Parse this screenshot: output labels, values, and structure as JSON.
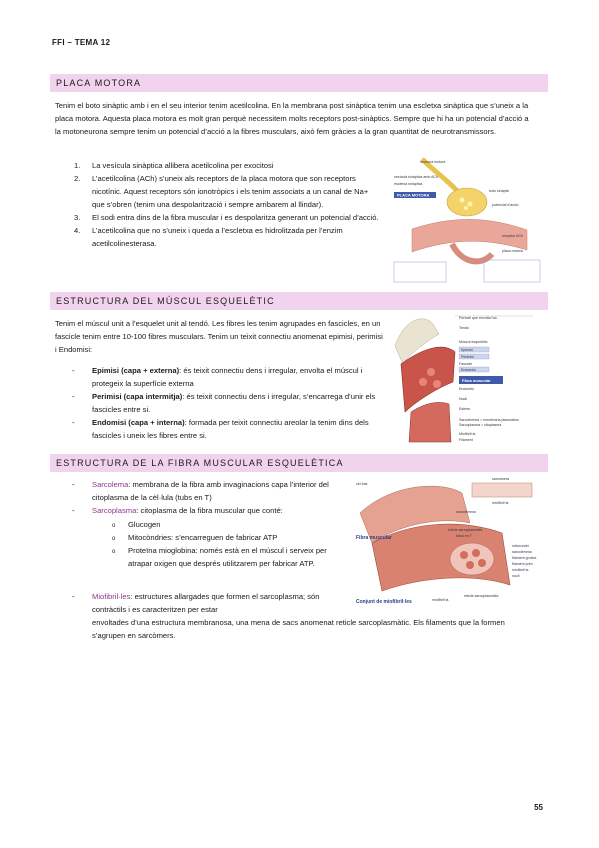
{
  "header": "FFI – TEMA 12",
  "page_number": "55",
  "s1": {
    "title": "PLACA MOTORA",
    "p1": "Tenim el boto sinàptic amb i en el seu interior tenim acetilcolina. En la membrana post sinàptica tenim una escletxa sinàptica que s’uneix a la placa motora. Aquesta placa motora es molt gran perquè necessitem molts receptors post-sinàptics. Sempre que hi ha un potencial d’acció a la motoneurona sempre tenim un potencial d’acció a la fibres musculars, això fem gràcies a la gran quantitat de neurotransmissors.",
    "items": [
      {
        "n": "1.",
        "t": "La vesícula sinàptica allibera acetilcolina per exocitosi"
      },
      {
        "n": "2.",
        "t": "L’acetilcolina (ACh) s’uneix als receptors de la placa motora que son receptors nicotínic. Aquest receptors són ionotròpics i els tenim associats a un canal de Na+ que s’obren (tenim una despolarització i sempre arribarem al llindar)."
      },
      {
        "n": "3.",
        "t": "El sodi entra dins de la fibra muscular i es despolaritza generant un potencial d’acció."
      },
      {
        "n": "4.",
        "t": "L’acetilcolina que no s’uneix i queda a l’escletxa es hidrolitzada per l’enzim acetilcolinesterasa."
      }
    ],
    "fig_labels": {
      "l1": "neurona motora",
      "l2": "vesícula sináptica amb ACh",
      "l3": "boto sinàptic",
      "l4": "escletxa sinàptica",
      "l5": "potencial d'acció",
      "l6": "PLACA MOTORA",
      "l7": "placa motora",
      "l8": "receptor ACh"
    }
  },
  "s2": {
    "title": "ESTRUCTURA DEL MÚSCUL ESQUELÈTIC",
    "p1": "Tenim el múscul unit a l’esquelet unit al tendó. Les fibres les tenim agrupades en fascicles, en un fascicle tenim entre 10-100 fibres musculars. Tenim un teixit connectiu anomenat epimisi, perimisi i Endomisi:",
    "items": [
      {
        "b": "Epimisi (capa + externa)",
        "t": ": és teixit connectiu dens i irregular, envolta el múscul i protegeix la superfície externa"
      },
      {
        "b": "Perimisi (capa intermitja)",
        "t": ": és teixit connectiu dens i irregular, s’encarrega d’unir els fascicles entre si."
      },
      {
        "b": "Endomisi (capa + interna)",
        "t": ": formada per teixit connectiu areolar la tenim dins dels fascicles i uneix les fibres entre si."
      }
    ],
    "fig_labels": {
      "l1": "Periosti que envolta l'os",
      "l2": "Tendó",
      "l3": "Múscul esquelètic",
      "l4": "Epimisi",
      "l5": "Perimisi",
      "l6": "Fascicle",
      "l7": "Endomisi",
      "l8": "Fibra muscular",
      "l9": "Endomisi",
      "l10": "Nucli",
      "l11": "Estries",
      "l12": "Sarcolemma = membrana plasmàtica",
      "l13": "Sarcoplasma = citoplasma",
      "l14": "Miofibril·la",
      "l15": "Filament"
    }
  },
  "s3": {
    "title": "ESTRUCTURA DE LA FIBRA MUSCULAR ESQUELÈTICA",
    "items": [
      {
        "a": "Sarcolema",
        "t": ": membrana de la fibra amb invaginacions capa l’interior del citoplasma de la cèl·lula (tubs en T)"
      },
      {
        "a": "Sarcoplasma",
        "t": ": citoplasma de la fibra muscular que conté:"
      }
    ],
    "subitems": [
      "Glucogen",
      "Mitocòndries: s’encarreguen de fabricar ATP",
      "Proteïna mioglobina: només està en el múscul i serveix per atrapar oxigen que després utilitzarem per fabricar ATP."
    ],
    "item3": {
      "a": "Miofibril·les",
      "t": ": estructures allargades que formen el sarcoplasma; són contràctils i es caracteritzen per estar"
    },
    "p_end": "envoltades d’una estructura membranosa, una mena de sacs anomenat reticle sarcoplasmàtic. Els filaments que la formen s’agrupen en sarcòmers.",
    "fig_labels": {
      "l1": "sarcòmera",
      "l2": "cél·lula",
      "l3": "miofibril·la",
      "l4": "sarcolemma",
      "l5": "Fibra muscular",
      "l6": "reticle sarcoplasmàtic",
      "l7": "túbul en T",
      "l8": "mitocondri",
      "l9": "sarcolemma",
      "l10": "filament gruixut",
      "l11": "filament prim",
      "l12": "miofibril·la",
      "l13": "nucli",
      "l14": "Conjunt de miofibril·les",
      "l15": "miofibril·la",
      "l16": "reticle sarcoplasmàtic"
    }
  }
}
